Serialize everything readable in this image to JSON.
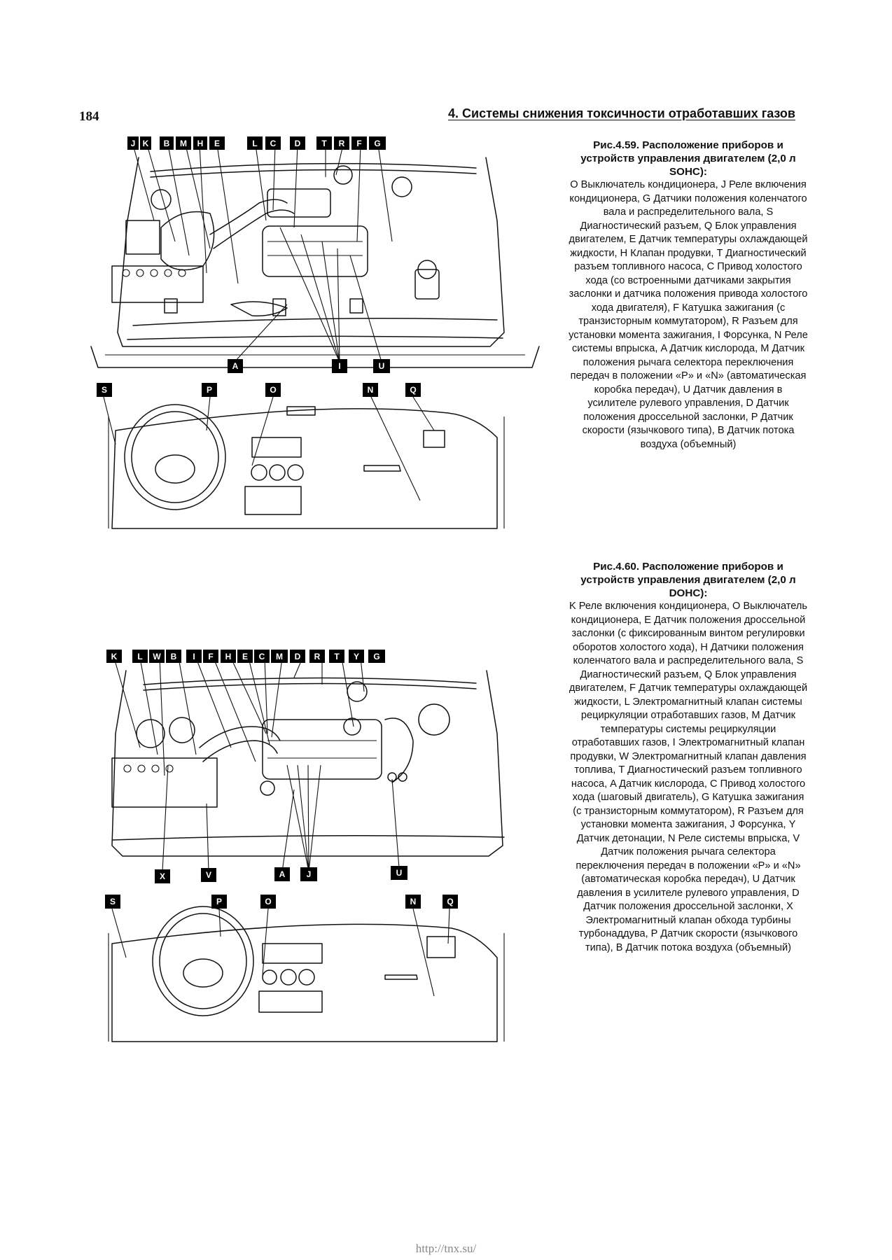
{
  "header": {
    "page_number": "184",
    "chapter_title": "4. Системы снижения токсичности отработавших газов"
  },
  "figure_459": {
    "caption_title": "Рис.4.59. Расположение приборов и устройств управления двигателем (2,0 л SOHC):",
    "caption_body": "O Выключатель кондиционера, J Реле включения кондиционера, G Датчики положения коленчатого вала и распределительного вала, S Диагностический разъем, Q Блок управления двигателем, E Датчик температуры охлаждающей жидкости, H Клапан продувки, T Диагностический разъем топливного насоса, C Привод холостого хода (со встроенными датчиками закрытия заслонки и датчика положения привода холостого хода двигателя), F Катушка зажигания (с транзисторным коммутатором), R Разъем для установки момента зажигания, I Форсунка, N Реле системы впрыска, A Датчик кислорода, M Датчик положения рычага селектора переключения передач в положении «P» и «N» (автоматическая коробка передач), U Датчик давления в усилителе рулевого управления, D Датчик положения дроссельной заслонки, P Датчик скорости (язычкового типа), B Датчик потока воздуха (объемный)",
    "engine_top_labels": [
      "J",
      "K",
      "B",
      "M",
      "H",
      "E",
      "L",
      "C",
      "D",
      "T",
      "R",
      "F",
      "G"
    ],
    "engine_bottom_labels": [
      "A",
      "I",
      "U"
    ],
    "dash_labels": [
      "S",
      "P",
      "O",
      "N",
      "Q"
    ]
  },
  "figure_460": {
    "caption_title": "Рис.4.60. Расположение приборов и устройств управления двигателем (2,0 л DOHC):",
    "caption_body": "K Реле включения кондиционера, O Выключатель кондиционера, E Датчик положения дроссельной заслонки (с фиксированным винтом регулировки оборотов холостого хода), H Датчики положения коленчатого вала и распределительного вала, S Диагностический разъем, Q Блок управления двигателем, F Датчик температуры охлаждающей жидкости, L Электромагнитный клапан системы рециркуляции отработавших газов, M Датчик температуры системы рециркуляции отработавших газов, I Электромагнитный клапан продувки, W Электромагнитный клапан давления топлива, T Диагностический разъем топливного насоса, A Датчик кислорода, C Привод холостого хода (шаговый двигатель), G Катушка зажигания (с транзисторным коммутатором), R Разъем для установки момента зажигания, J Форсунка, Y Датчик детонации, N Реле системы впрыска, V Датчик положения рычага селектора переключения передач в положении «P» и «N» (автоматическая коробка передач), U Датчик давления в усилителе рулевого управления, D Датчик положения дроссельной заслонки, X Электромагнитный клапан обхода турбины турбонаддува, P Датчик скорости (язычкового типа), B Датчик потока воздуха (объемный)",
    "engine_top_labels": [
      "K",
      "L",
      "W",
      "B",
      "I",
      "F",
      "H",
      "E",
      "C",
      "M",
      "D",
      "R",
      "T",
      "Y",
      "G"
    ],
    "engine_bottom_labels": [
      "X",
      "V",
      "A",
      "J",
      "U"
    ],
    "dash_labels": [
      "S",
      "P",
      "O",
      "N",
      "Q"
    ]
  },
  "footer": {
    "url": "http://tnx.su/"
  }
}
